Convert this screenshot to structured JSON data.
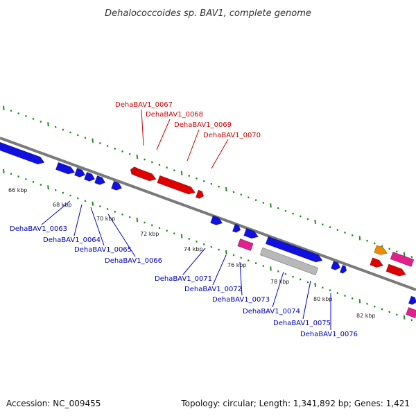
{
  "title": "Dehalococcoides sp. BAV1, complete genome",
  "colors": {
    "backbone": "#7a7a7a",
    "tick": "#1e8c1e",
    "gene_blue": "#1010e0",
    "gene_red": "#e00000",
    "gene_pink": "#e0208c",
    "gene_orange": "#f08800",
    "gene_grey": "#b8b8b8",
    "label_red": "#cc0000",
    "label_blue": "#0000bb"
  },
  "ticks": [
    "66 kbp",
    "68 kbp",
    "70 kbp",
    "72 kbp",
    "74 kbp",
    "76 kbp",
    "78 kbp",
    "80 kbp",
    "82 kbp"
  ],
  "labels_top": [
    "DehaBAV1_0067",
    "DehaBAV1_0068",
    "DehaBAV1_0069",
    "DehaBAV1_0070"
  ],
  "labels_bottom": [
    "DehaBAV1_0063",
    "DehaBAV1_0064",
    "DehaBAV1_0065",
    "DehaBAV1_0066",
    "DehaBAV1_0071",
    "DehaBAV1_0072",
    "DehaBAV1_0073",
    "DehaBAV1_0074",
    "DehaBAV1_0075",
    "DehaBAV1_0076"
  ],
  "footer": {
    "accession": "Accession: NC_009455",
    "topology": "Topology: circular; Length: 1,341,892 bp; Genes: 1,421"
  }
}
